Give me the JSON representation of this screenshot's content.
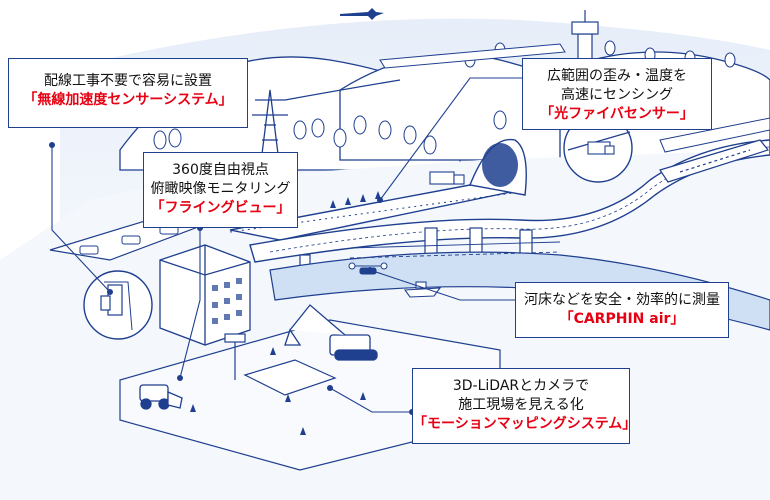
{
  "callouts": [
    {
      "id": "wireless",
      "line1": "配線工事不要で容易に設置",
      "line2": "",
      "highlight": "「無線加速度センサーシステム」"
    },
    {
      "id": "optical",
      "line1": "広範囲の歪み・温度を",
      "line2": "高速にセンシング",
      "highlight": "「光ファイバセンサー」"
    },
    {
      "id": "flying",
      "line1": "360度自由視点",
      "line2": "俯瞰映像モニタリング",
      "highlight": "「フライングビュー」"
    },
    {
      "id": "carphin",
      "line1": "河床などを安全・効率的に測量",
      "line2": "",
      "highlight": "「CARPHIN air」"
    },
    {
      "id": "motion",
      "line1": "3D-LiDARとカメラで",
      "line2": "施工現場を見える化",
      "highlight": "「モーションマッピングシステム」"
    }
  ],
  "colors": {
    "line": "#1f3f8f",
    "highlight": "#e60012",
    "sky": "#e4ecf8",
    "water": "#cfe0f4"
  }
}
